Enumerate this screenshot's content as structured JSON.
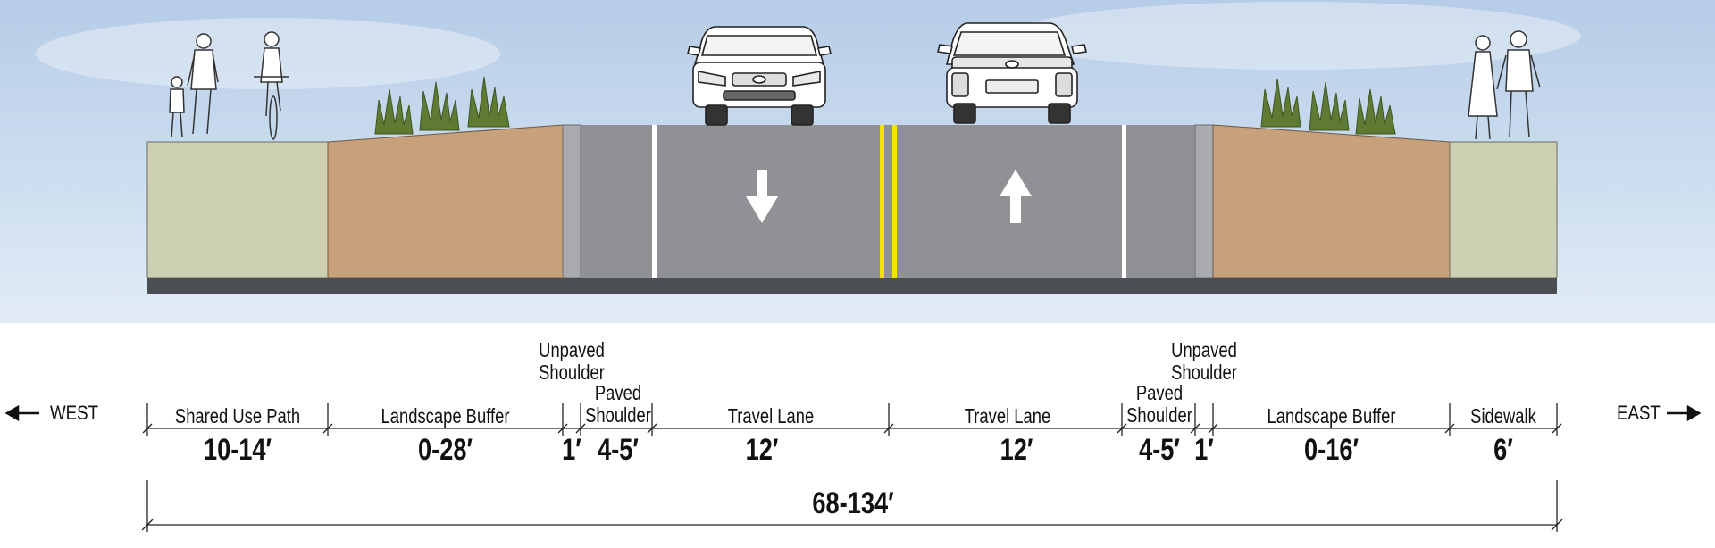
{
  "directions": {
    "west": "WEST",
    "east": "EAST"
  },
  "segments": [
    {
      "key": "shared-use-path",
      "label": "Shared Use Path",
      "width": "10-14′"
    },
    {
      "key": "landscape-buffer-west",
      "label": "Landscape Buffer",
      "width": "0-28′"
    },
    {
      "key": "unpaved-shoulder-west",
      "label_lines": [
        "Unpaved",
        "Shoulder"
      ],
      "width": "1′"
    },
    {
      "key": "paved-shoulder-west",
      "label_lines": [
        "Paved",
        "Shoulder"
      ],
      "width": "4-5′"
    },
    {
      "key": "travel-lane-south",
      "label": "Travel Lane",
      "width": "12′"
    },
    {
      "key": "travel-lane-north",
      "label": "Travel Lane",
      "width": "12′"
    },
    {
      "key": "paved-shoulder-east",
      "label_lines": [
        "Paved",
        "Shoulder"
      ],
      "width": "4-5′"
    },
    {
      "key": "unpaved-shoulder-east",
      "label_lines": [
        "Unpaved",
        "Shoulder"
      ],
      "width": "1′"
    },
    {
      "key": "landscape-buffer-east",
      "label": "Landscape Buffer",
      "width": "0-16′"
    },
    {
      "key": "sidewalk",
      "label": "Sidewalk",
      "width": "6′"
    }
  ],
  "total_width": "68-134′",
  "colors": {
    "sky_top": "#b9cfe9",
    "sky_bottom": "#dbe7f4",
    "path_surface": "#cdd0b2",
    "landscape_soil": "#c8a07a",
    "unpaved_shoulder": "#a9abae",
    "asphalt": "#8f9195",
    "base": "#4b4e52",
    "centerline": "#f5e400",
    "lane_marking": "#ffffff"
  }
}
